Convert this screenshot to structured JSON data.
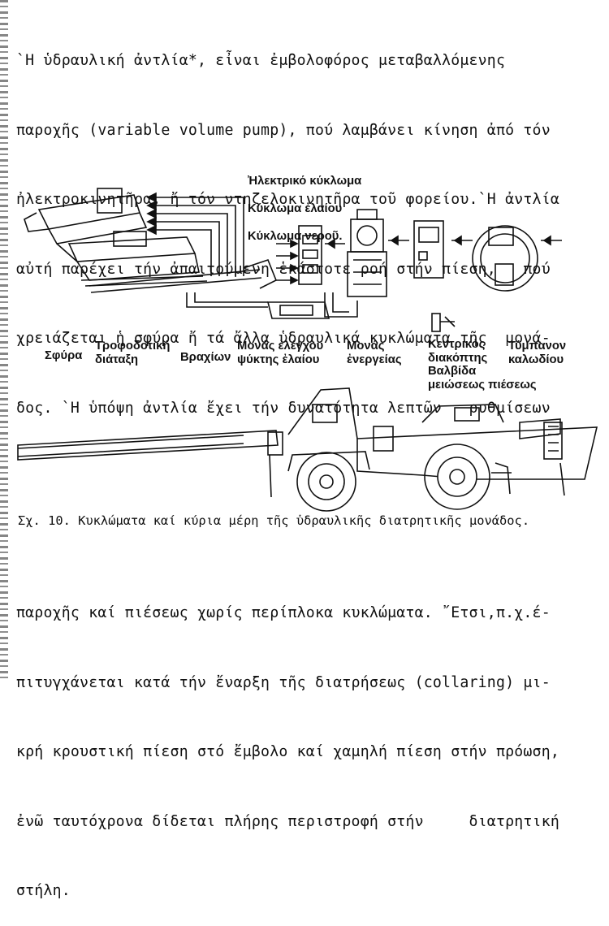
{
  "paragraph_top": [
    "`Η ὑδραυλική ἀντλία*, εἶναι ἐμβολοφόρος μεταβαλλόμενης",
    "παροχῆς (variable volume pump), πού λαμβάνει κίνηση ἀπό τόν",
    "ἠλεκτροκινητῆρα, ἤ τόν ντηζελοκινητῆρα τοῦ φορείου.`Η ἀντλία",
    "αὐτή παρέχει τήν ἀπαιτούμενη ἑκάστοτε ροή στήν πίεση,   πού",
    "χρειάζεται ἡ σφύρα ἤ τά ἄλλα ὑδραυλικά κυκλώματα τῆς  μονά-",
    "δος. `Η ὑπόψη ἀντλία ἔχει τήν δυνατότητα λεπτῶν   ρυθμίσεων"
  ],
  "figure": {
    "legend": [
      "Ἠλεκτρικό κύκλωμα",
      "Κύκλωμα ἐλαίου",
      "Κύκλωμα νεροῦ."
    ],
    "labels": {
      "hammer": "Σφύρα",
      "feeder": "Τροφοδοτική\nδιάταξη",
      "boom": "Βραχίων",
      "control": "Μονάς ἐλέγχου\nψύκτης ἐλαίου",
      "power": "Μονάς\nἐνεργείας",
      "switch": "Κεντρικός\nδιακόπτης",
      "valve": "Βαλβίδα\nμειώσεως πιέσεως",
      "drum": "Τύμπανον\nκαλωδίου"
    }
  },
  "caption": "Σχ. 10. Κυκλώματα καί κύρια μέρη τῆς ὑδραυλικῆς διατρητικῆς μονάδος.",
  "paragraph_bottom": [
    "παροχῆς καί πιέσεως χωρίς περίπλοκα κυκλώματα. ῎Ετσι,π.χ.έ-",
    "πιτυγχάνεται κατά τήν ἔναρξη τῆς διατρήσεως (collaring) μι-",
    "κρή κρουστική πίεση στό ἔμβολο καί χαμηλή πίεση στήν πρόωση,",
    "ἐνῶ ταυτόχρονα δίδεται πλήρης περιστροφή στήν     διατρητική",
    "στήλη."
  ]
}
